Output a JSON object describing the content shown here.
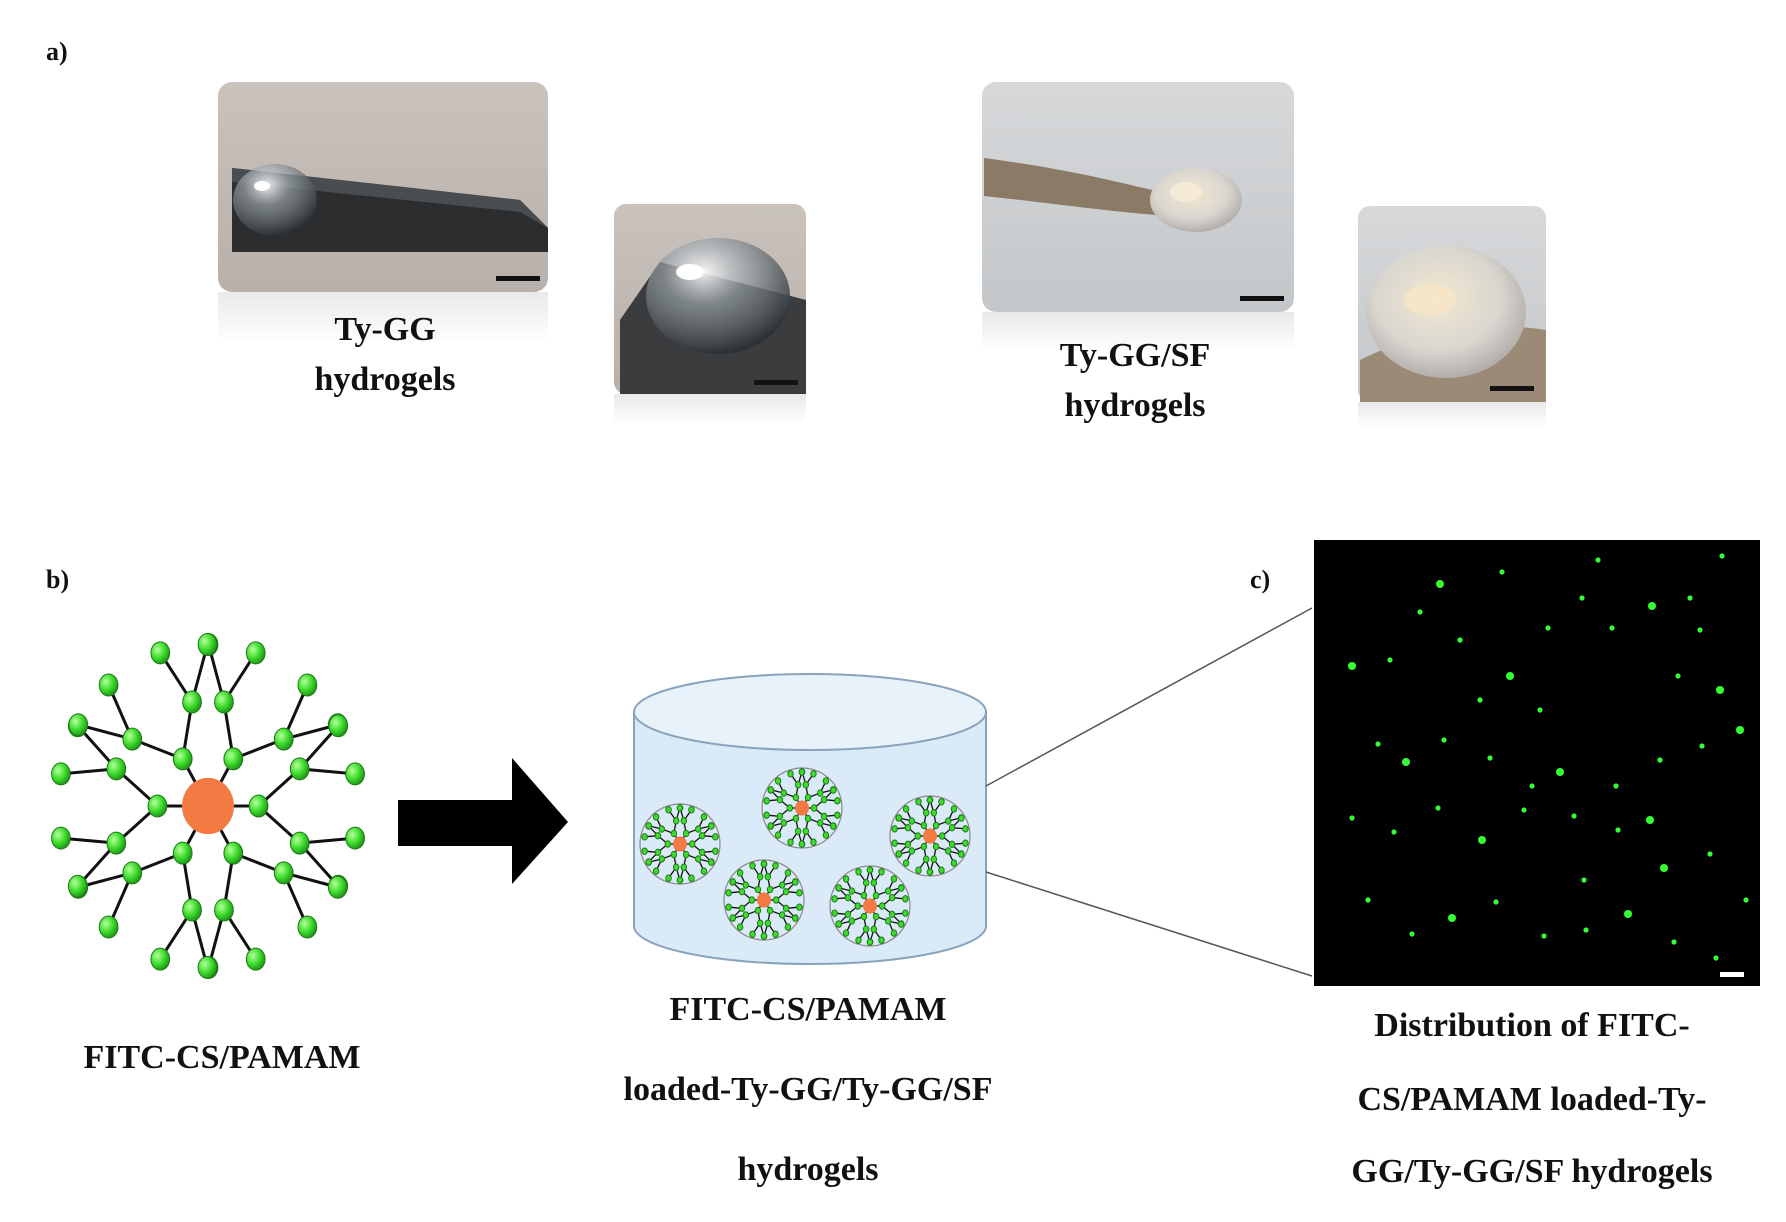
{
  "panel_a": {
    "label": "a)",
    "tygg_caption": [
      "Ty-GG",
      "hydrogels"
    ],
    "tyggsf_caption": [
      "Ty-GG/SF",
      "hydrogels"
    ]
  },
  "panel_b": {
    "label": "b)",
    "dendrimer_caption": "FITC-CS/PAMAM",
    "loaded_caption": [
      "FITC-CS/PAMAM",
      "loaded-Ty-GG/Ty-GG/SF",
      "hydrogels"
    ]
  },
  "panel_c": {
    "label": "c)",
    "caption": [
      "Distribution of FITC-",
      "CS/PAMAM loaded-Ty-",
      "GG/Ty-GG/SF hydrogels"
    ]
  },
  "colors": {
    "bead": "#3ddc2c",
    "core": "#f47a44",
    "gel": "#dbeaf8",
    "fluorescence": "#33ff33"
  }
}
